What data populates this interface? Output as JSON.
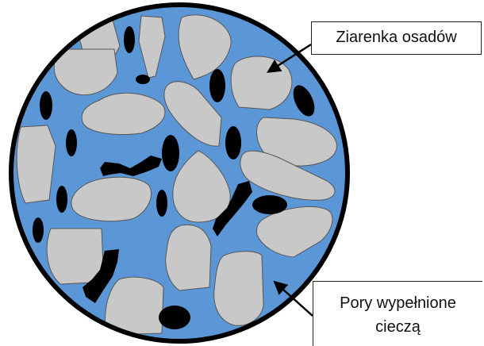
{
  "callouts": {
    "grains": "Ziarenka osadów",
    "pores_line1": "Pory wypełnione",
    "pores_line2": "cieczą"
  },
  "colors": {
    "fluid": "#5b97d6",
    "grain": "#c8c8c8",
    "pore": "#000000",
    "outline": "#000000",
    "arrow": "#000000"
  },
  "icons": {
    "arrow": "pointer-arrow"
  }
}
